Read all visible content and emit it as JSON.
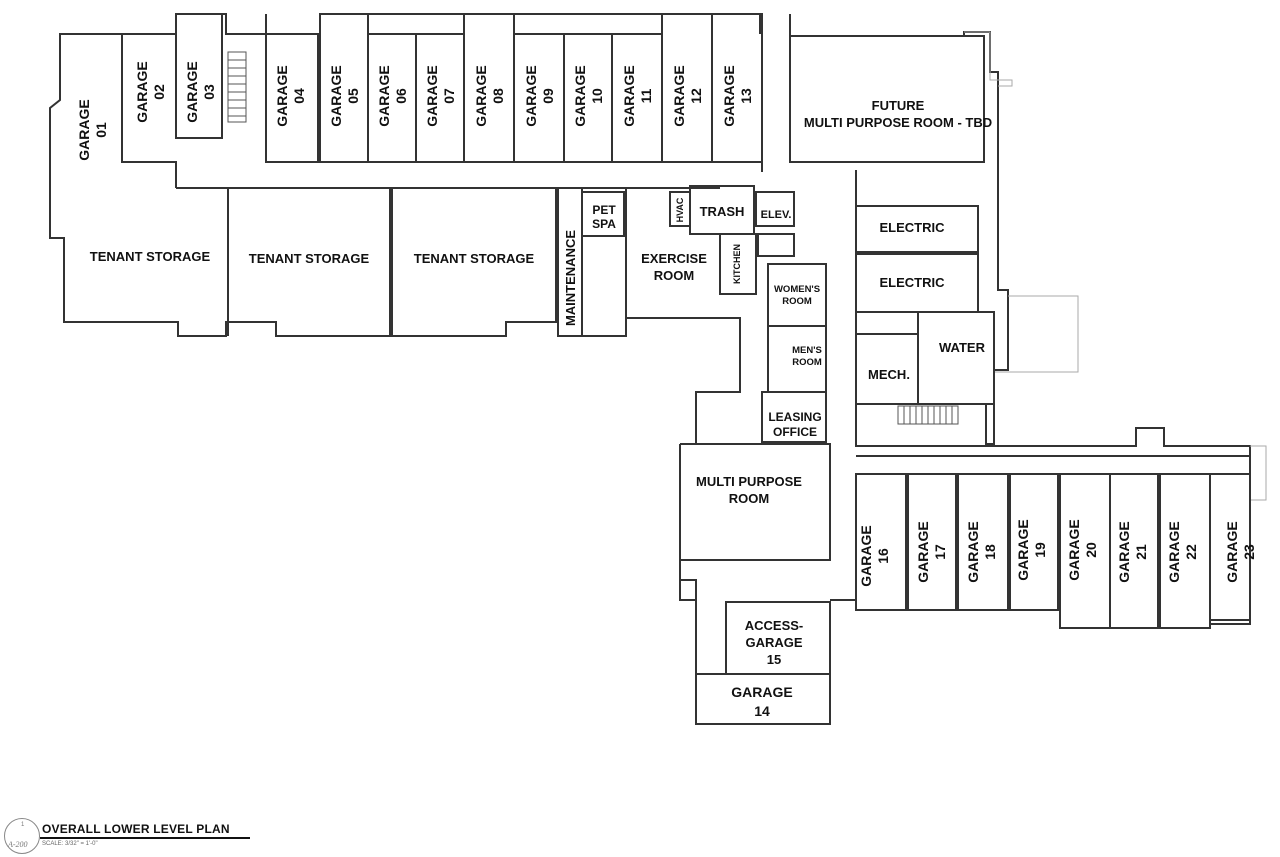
{
  "plan": {
    "garages_west": [
      {
        "id": "g01",
        "line1": "GARAGE",
        "line2": "01"
      },
      {
        "id": "g02",
        "line1": "GARAGE",
        "line2": "02"
      },
      {
        "id": "g03",
        "line1": "GARAGE",
        "line2": "03"
      },
      {
        "id": "g04",
        "line1": "GARAGE",
        "line2": "04"
      },
      {
        "id": "g05",
        "line1": "GARAGE",
        "line2": "05"
      },
      {
        "id": "g06",
        "line1": "GARAGE",
        "line2": "06"
      },
      {
        "id": "g07",
        "line1": "GARAGE",
        "line2": "07"
      },
      {
        "id": "g08",
        "line1": "GARAGE",
        "line2": "08"
      },
      {
        "id": "g09",
        "line1": "GARAGE",
        "line2": "09"
      },
      {
        "id": "g10",
        "line1": "GARAGE",
        "line2": "10"
      },
      {
        "id": "g11",
        "line1": "GARAGE",
        "line2": "11"
      },
      {
        "id": "g12",
        "line1": "GARAGE",
        "line2": "12"
      },
      {
        "id": "g13",
        "line1": "GARAGE",
        "line2": "13"
      }
    ],
    "garages_east": [
      {
        "id": "g16",
        "line1": "GARAGE",
        "line2": "16"
      },
      {
        "id": "g17",
        "line1": "GARAGE",
        "line2": "17"
      },
      {
        "id": "g18",
        "line1": "GARAGE",
        "line2": "18"
      },
      {
        "id": "g19",
        "line1": "GARAGE",
        "line2": "19"
      },
      {
        "id": "g20",
        "line1": "GARAGE",
        "line2": "20"
      },
      {
        "id": "g21",
        "line1": "GARAGE",
        "line2": "21"
      },
      {
        "id": "g22",
        "line1": "GARAGE",
        "line2": "22"
      },
      {
        "id": "g23",
        "line1": "GARAGE",
        "line2": "23"
      }
    ],
    "rooms": {
      "future_line1": "FUTURE",
      "future_line2": "MULTI PURPOSE ROOM - TBD",
      "tenant_storage_1": "TENANT STORAGE",
      "tenant_storage_2": "TENANT STORAGE",
      "tenant_storage_3": "TENANT STORAGE",
      "maintenance": "MAINTENANCE",
      "pet_spa_line1": "PET",
      "pet_spa_line2": "SPA",
      "hvac": "HVAC",
      "trash": "TRASH",
      "elev": "ELEV.",
      "exercise_line1": "EXERCISE",
      "exercise_line2": "ROOM",
      "kitchen": "KITCHEN",
      "womens_line1": "WOMEN'S",
      "womens_line2": "ROOM",
      "mens_line1": "MEN'S",
      "mens_line2": "ROOM",
      "electric_1": "ELECTRIC",
      "electric_2": "ELECTRIC",
      "water": "WATER",
      "mech": "MECH.",
      "leasing_line1": "LEASING",
      "leasing_line2": "OFFICE",
      "multipurpose_line1": "MULTI PURPOSE",
      "multipurpose_line2": "ROOM",
      "access_line1": "ACCESS-",
      "access_line2": "GARAGE",
      "access_line3": "15",
      "garage14_line1": "GARAGE",
      "garage14_line2": "14"
    }
  },
  "title_block": {
    "title": "OVERALL LOWER LEVEL PLAN",
    "scale": "SCALE: 3/32\" = 1'-0\"",
    "detail_number": "1",
    "sheet": "A-200"
  }
}
